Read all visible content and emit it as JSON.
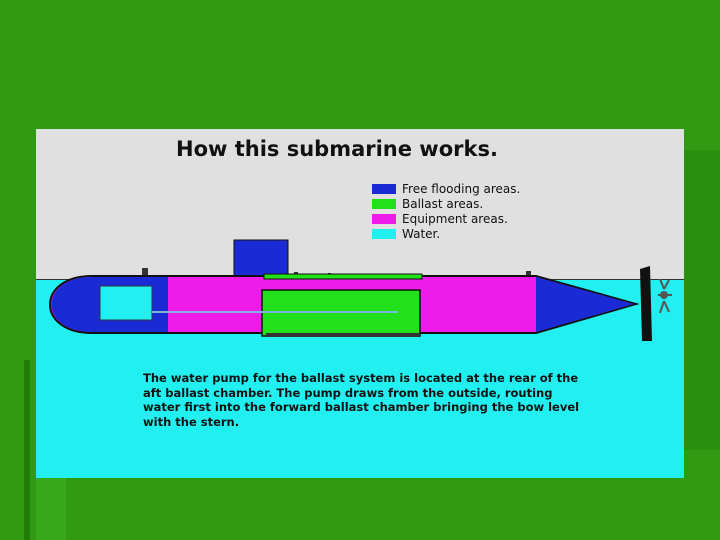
{
  "colors": {
    "background_green": "#2f9a12",
    "free_flooding": "#1a2bd6",
    "ballast": "#22e01a",
    "equipment": "#ee1be9",
    "water": "#22f0f0"
  },
  "diagram": {
    "title": "How this submarine works.",
    "legend": [
      {
        "label": "Free flooding areas.",
        "color": "#1a2bd6"
      },
      {
        "label": "Ballast areas.",
        "color": "#22e01a"
      },
      {
        "label": "Equipment areas.",
        "color": "#ee1be9"
      },
      {
        "label": "Water.",
        "color": "#22f0f0"
      }
    ],
    "caption": "The water pump for the ballast system is located at the rear of the aft ballast chamber. The pump draws from the outside, routing water first into the forward ballast chamber bringing the bow level with the stern."
  }
}
